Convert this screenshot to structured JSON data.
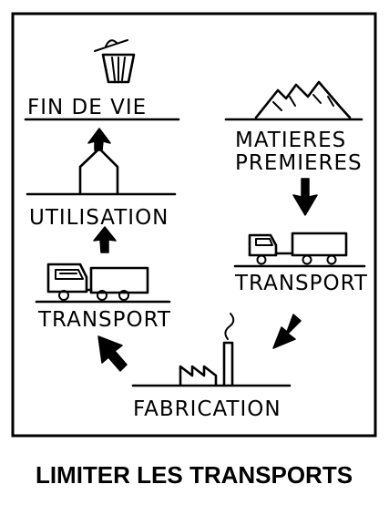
{
  "stages": {
    "fin_de_vie": "FIN DE VIE",
    "matieres_line1": "MATIERES",
    "matieres_line2": "PREMIERES",
    "utilisation": "UTILISATION",
    "transport_right": "TRANSPORT",
    "transport_left": "TRANSPORT",
    "fabrication": "FABRICATION"
  },
  "caption": "LIMITER LES TRANSPORTS",
  "icons": [
    "trash-bin-icon",
    "mountains-icon",
    "house-icon",
    "truck-icon",
    "factory-icon",
    "arrow-icon"
  ],
  "colors": {
    "ink": "#000000",
    "background": "#ffffff"
  }
}
